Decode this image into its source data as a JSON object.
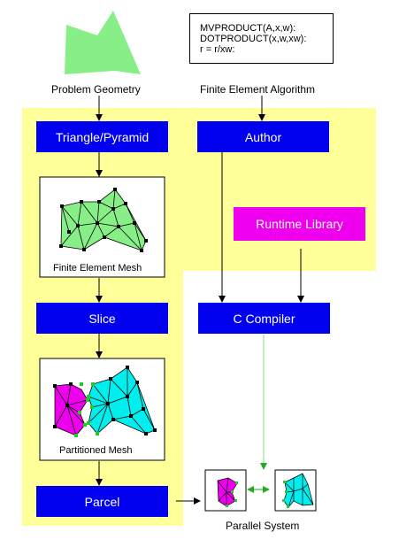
{
  "labels": {
    "problem_geometry": "Problem Geometry",
    "fe_algorithm": "Finite Element Algorithm",
    "parallel_system": "Parallel System"
  },
  "code_lines": [
    "MVPRODUCT(A,x,w):",
    "DOTPRODUCT(x,w,xw):",
    "r = r/xw:"
  ],
  "boxes": {
    "triangle": "Triangle/Pyramid",
    "author": "Author",
    "runtime": "Runtime Library",
    "slice": "Slice",
    "ccompiler": "C Compiler",
    "parcel": "Parcel"
  },
  "captions": {
    "fe_mesh": "Finite Element Mesh",
    "partitioned_mesh": "Partitioned Mesh"
  },
  "colors": {
    "region": "#ffff99",
    "box_blue": "#0000ee",
    "box_magenta": "#ee00ee",
    "geometry_green": "#88ee88",
    "mesh_magenta": "#ee00ee",
    "mesh_cyan": "#00eeee"
  }
}
